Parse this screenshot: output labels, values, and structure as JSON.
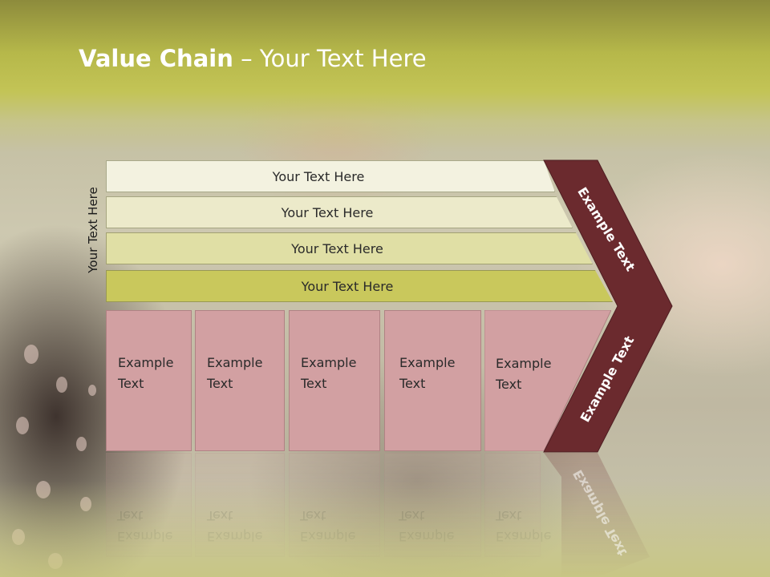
{
  "slide": {
    "title_bold": "Value Chain",
    "title_rest": " – Your Text Here",
    "side_label": "Your Text Here"
  },
  "bands": [
    {
      "label": "Your Text Here",
      "color": "#f3f2e0"
    },
    {
      "label": "Your Text Here",
      "color": "#eceaca"
    },
    {
      "label": "Your Text Here",
      "color": "#e0dfa5"
    },
    {
      "label": "Your Text Here",
      "color": "#c9c85c"
    }
  ],
  "columns": [
    {
      "line1": "Example",
      "line2": "Text"
    },
    {
      "line1": "Example",
      "line2": "Text"
    },
    {
      "line1": "Example",
      "line2": "Text"
    },
    {
      "line1": "Example",
      "line2": "Text"
    },
    {
      "line1": "Example",
      "line2": "Text"
    }
  ],
  "chevron": {
    "top_label": "Example Text",
    "bottom_label": "Example Text",
    "color": "#6b2a2e"
  },
  "colors": {
    "header": "#b6b84a",
    "column_fill": "#d2a0a2"
  }
}
